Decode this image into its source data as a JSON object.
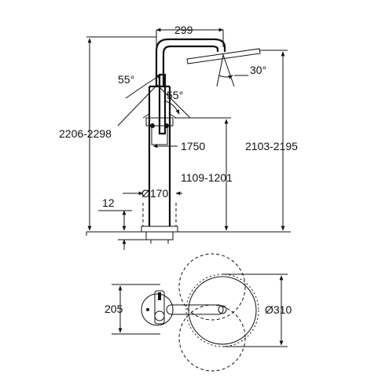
{
  "dimensions": {
    "arm_length": "299",
    "head_tilt": "30°",
    "swivel_angle_upper": "55°",
    "swivel_angle_lower": "55°",
    "total_height_left": "2206-2298",
    "total_height_right": "2103-2195",
    "handshower_height": "1750",
    "mixer_height": "1109-1201",
    "base_diameter": "Ø170",
    "base_offset": "12",
    "depth": "205",
    "head_diameter": "Ø310"
  }
}
